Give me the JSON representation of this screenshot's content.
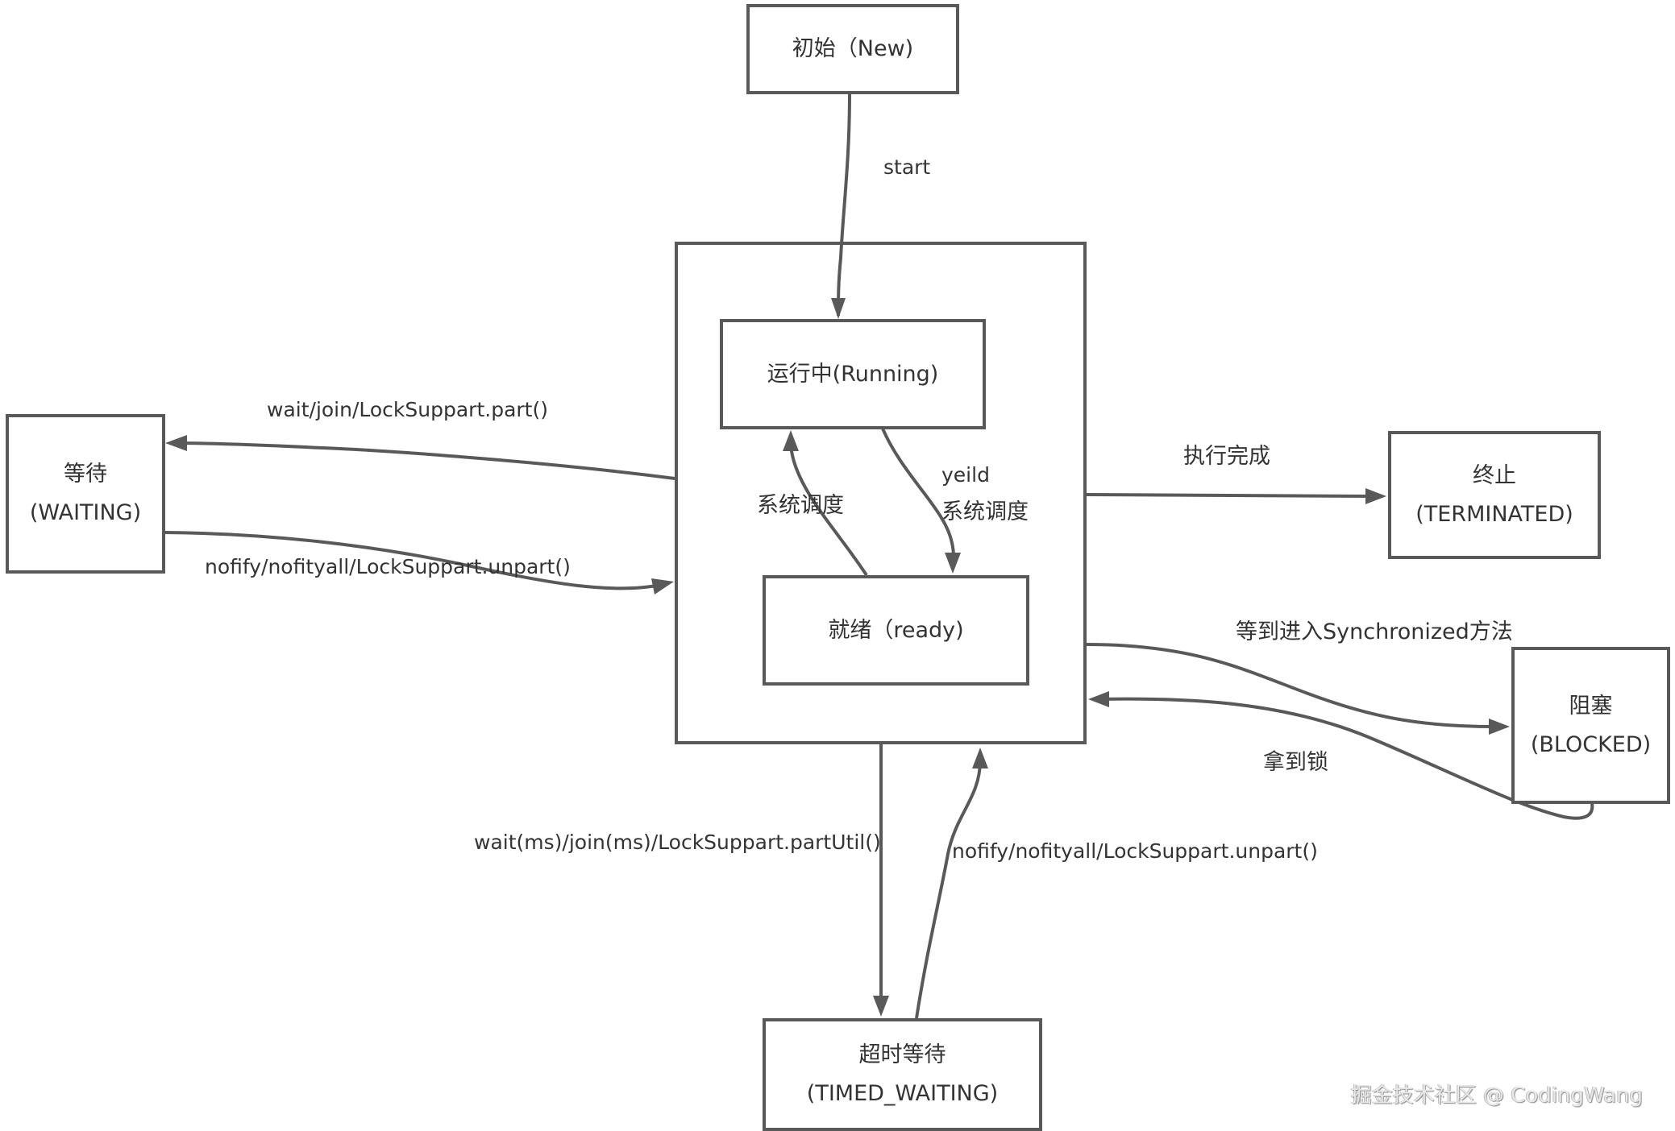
{
  "diagram": {
    "title": "Java 线程状态转换图",
    "colors": {
      "stroke": "#595959",
      "text": "#333333",
      "background": "#ffffff"
    },
    "nodes": {
      "new": {
        "lines": [
          "初始（New)"
        ]
      },
      "running": {
        "lines": [
          "运行中(Running)"
        ]
      },
      "ready": {
        "lines": [
          "就绪（ready)"
        ]
      },
      "waiting": {
        "lines": [
          "等待",
          "(WAITING)"
        ]
      },
      "terminated": {
        "lines": [
          "终止",
          "(TERMINATED)"
        ]
      },
      "blocked": {
        "lines": [
          "阻塞",
          "(BLOCKED)"
        ]
      },
      "timed_waiting": {
        "lines": [
          "超时等待",
          "(TIMED_WAITING)"
        ]
      }
    },
    "edges": {
      "start": "start",
      "to_waiting": "wait/join/LockSuppart.part()",
      "from_waiting": "nofify/nofityall/LockSuppart.unpart()",
      "ready_to_running": "系统调度",
      "running_to_ready_1": "yeild",
      "running_to_ready_2": "系统调度",
      "to_terminated": "执行完成",
      "to_blocked": "等到进入Synchronized方法",
      "from_blocked": "拿到锁",
      "to_timed_waiting": "wait(ms)/join(ms)/LockSuppart.partUtil()",
      "from_timed_waiting": "nofify/nofityall/LockSuppart.unpart()"
    }
  },
  "watermark": "掘金技术社区 @ CodingWang"
}
